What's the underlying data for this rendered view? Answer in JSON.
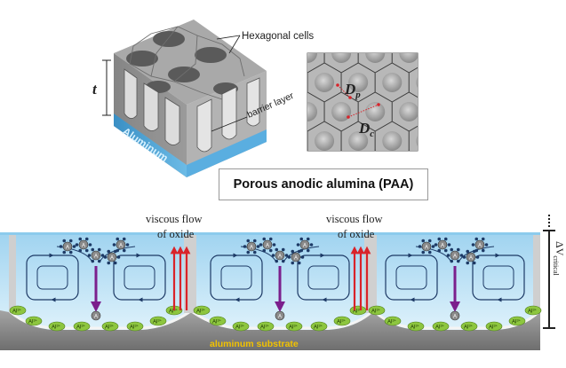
{
  "top_panel": {
    "label_hexagonal_cells": "Hexagonal cells",
    "label_thickness": "t",
    "label_barrier_layer": "barrier layer",
    "label_aluminum": "Aluminum",
    "label_pore_diameter_main": "D",
    "label_pore_diameter_sub": "p",
    "label_cell_diameter_main": "D",
    "label_cell_diameter_sub": "c",
    "caption": "Porous anodic alumina (PAA)"
  },
  "bottom_panel": {
    "viscous_flow_line1": "viscous flow",
    "viscous_flow_line2": "of oxide",
    "viscous_flow_b_line1": "viscous flow",
    "viscous_flow_b_line2": "of oxide",
    "substrate_label": "aluminum substrate",
    "delta_v_main": "ΔV",
    "delta_v_sub": "critical",
    "ion_label": "Al",
    "ion_charge": "3+",
    "center_ion": "A"
  },
  "colors": {
    "electrolyte": "#bfe3f6",
    "substrate": "#8e8e8e",
    "flow_arrow": "#d9232a",
    "field_arrow": "#7b1f8c",
    "ion_green": "#8dc63f",
    "substrate_text": "#f2c200",
    "alumina_grey": "#9b9b9b",
    "aluminum_blue": "#4aa3d6"
  }
}
